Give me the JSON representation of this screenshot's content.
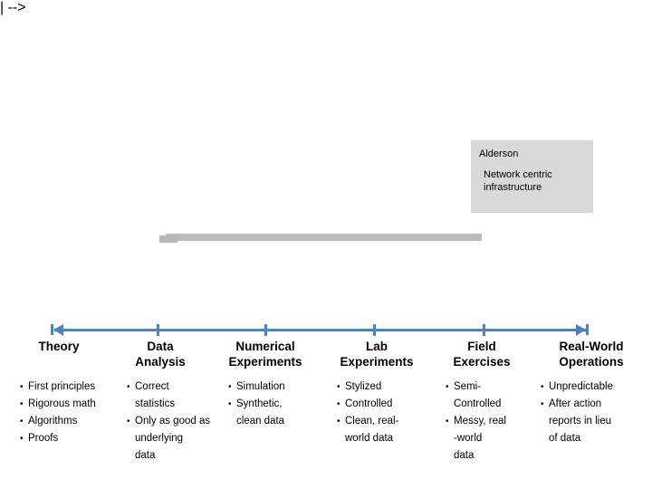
{
  "callout": {
    "title": "Alderson",
    "body": "Network centric infrastructure",
    "background_color": "#d9d9d9"
  },
  "divider_bar": {
    "color": "#bdbdbd"
  },
  "spectrum_axis": {
    "color": "#4f81bd",
    "style": "double-headed arrow with end bars and 4 interior ticks"
  },
  "columns": [
    {
      "id": "theory",
      "header_lines": [
        "Theory"
      ],
      "bullets": [
        [
          "First principles"
        ],
        [
          "Rigorous math"
        ],
        [
          "Algorithms"
        ],
        [
          "Proofs"
        ]
      ]
    },
    {
      "id": "data-analysis",
      "header_lines": [
        "Data",
        "Analysis"
      ],
      "bullets": [
        [
          "Correct",
          "statistics"
        ],
        [
          "Only as good as",
          "underlying",
          "data"
        ]
      ]
    },
    {
      "id": "numerical-experiments",
      "header_lines": [
        "Numerical",
        "Experiments"
      ],
      "bullets": [
        [
          "Simulation"
        ],
        [
          "Synthetic,",
          "clean data"
        ]
      ]
    },
    {
      "id": "lab-experiments",
      "header_lines": [
        "Lab",
        "Experiments"
      ],
      "bullets": [
        [
          "Stylized"
        ],
        [
          "Controlled"
        ],
        [
          "Clean, real-",
          "world data"
        ]
      ]
    },
    {
      "id": "field-exercises",
      "header_lines": [
        "Field",
        "Exercises"
      ],
      "bullets": [
        [
          "Semi-",
          "Controlled"
        ],
        [
          "Messy, real",
          "-world",
          "data"
        ]
      ]
    },
    {
      "id": "real-world-operations",
      "header_lines": [
        "Real-World",
        "Operations"
      ],
      "bullets": [
        [
          "Unpredictable"
        ],
        [
          "After action",
          "reports in lieu",
          "of data"
        ]
      ]
    }
  ]
}
